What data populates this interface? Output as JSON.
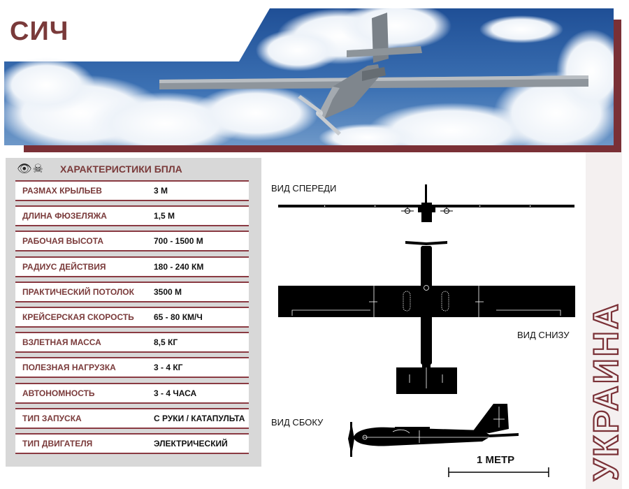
{
  "title": "СИЧ",
  "vertical_text": "УКРАИНА",
  "specs_panel": {
    "heading": "ХАРАКТЕРИСТИКИ БПЛА",
    "icons": [
      "eye-icon",
      "skull-crossbones-icon"
    ],
    "rows": [
      {
        "label": "РАЗМАХ КРЫЛЬЕВ",
        "value": "3 М"
      },
      {
        "label": "ДЛИНА ФЮЗЕЛЯЖА",
        "value": "1,5 М"
      },
      {
        "label": "РАБОЧАЯ ВЫСОТА",
        "value": "700 - 1500 М"
      },
      {
        "label": "РАДИУС ДЕЙСТВИЯ",
        "value": "180 - 240 КМ"
      },
      {
        "label": "ПРАКТИЧЕСКИЙ ПОТОЛОК",
        "value": "3500 М"
      },
      {
        "label": "КРЕЙСЕРСКАЯ СКОРОСТЬ",
        "value": "65 - 80 КМ/Ч"
      },
      {
        "label": "ВЗЛЕТНАЯ МАССА",
        "value": "8,5 КГ"
      },
      {
        "label": "ПОЛЕЗНАЯ НАГРУЗКА",
        "value": "3 - 4 КГ"
      },
      {
        "label": "АВТОНОМНОСТЬ",
        "value": "3 - 4 ЧАСА"
      },
      {
        "label": "ТИП ЗАПУСКА",
        "value": "С РУКИ / КАТАПУЛЬТА"
      },
      {
        "label": "ТИП ДВИГАТЕЛЯ",
        "value": "ЭЛЕКТРИЧЕСКИЙ"
      }
    ]
  },
  "views": {
    "front": "ВИД СПЕРЕДИ",
    "bottom": "ВИД СНИЗУ",
    "side": "ВИД СБОКУ"
  },
  "scale": "1 МЕТР",
  "colors": {
    "accent": "#7a3036",
    "label_text": "#7a3a3a",
    "panel_bg": "#d8d8d8",
    "sky": "#2f5f9e"
  }
}
